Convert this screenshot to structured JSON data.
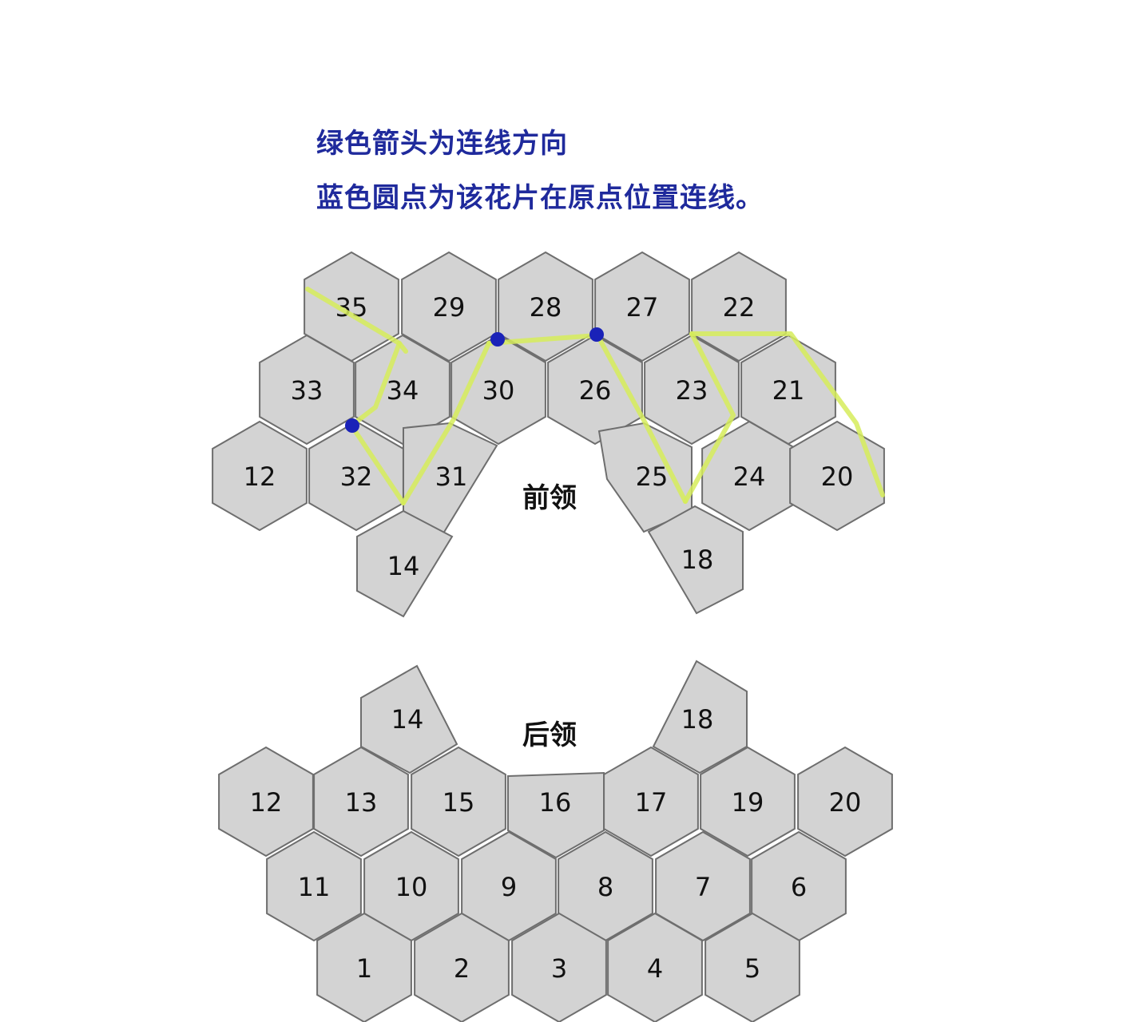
{
  "legend": {
    "line1": "绿色箭头为连线方向",
    "line2": "蓝色圆点为该花片在原点位置连线。"
  },
  "colors": {
    "motif_fill": "#d3d3d3",
    "motif_stroke": "#6e6e6e",
    "arrow": "#d6ec5a",
    "dot": "#1a22b8",
    "legend_text": "#1f2a9c"
  },
  "front": {
    "label": "前领",
    "motifs": [
      "35",
      "29",
      "28",
      "27",
      "22",
      "33",
      "34",
      "30",
      "26",
      "23",
      "21",
      "12",
      "32",
      "31",
      "25",
      "24",
      "20",
      "14",
      "18"
    ]
  },
  "back": {
    "label": "后领",
    "motifs": [
      "14",
      "18",
      "12",
      "13",
      "15",
      "16",
      "17",
      "19",
      "20",
      "11",
      "10",
      "9",
      "8",
      "7",
      "6",
      "1",
      "2",
      "3",
      "4",
      "5"
    ]
  }
}
